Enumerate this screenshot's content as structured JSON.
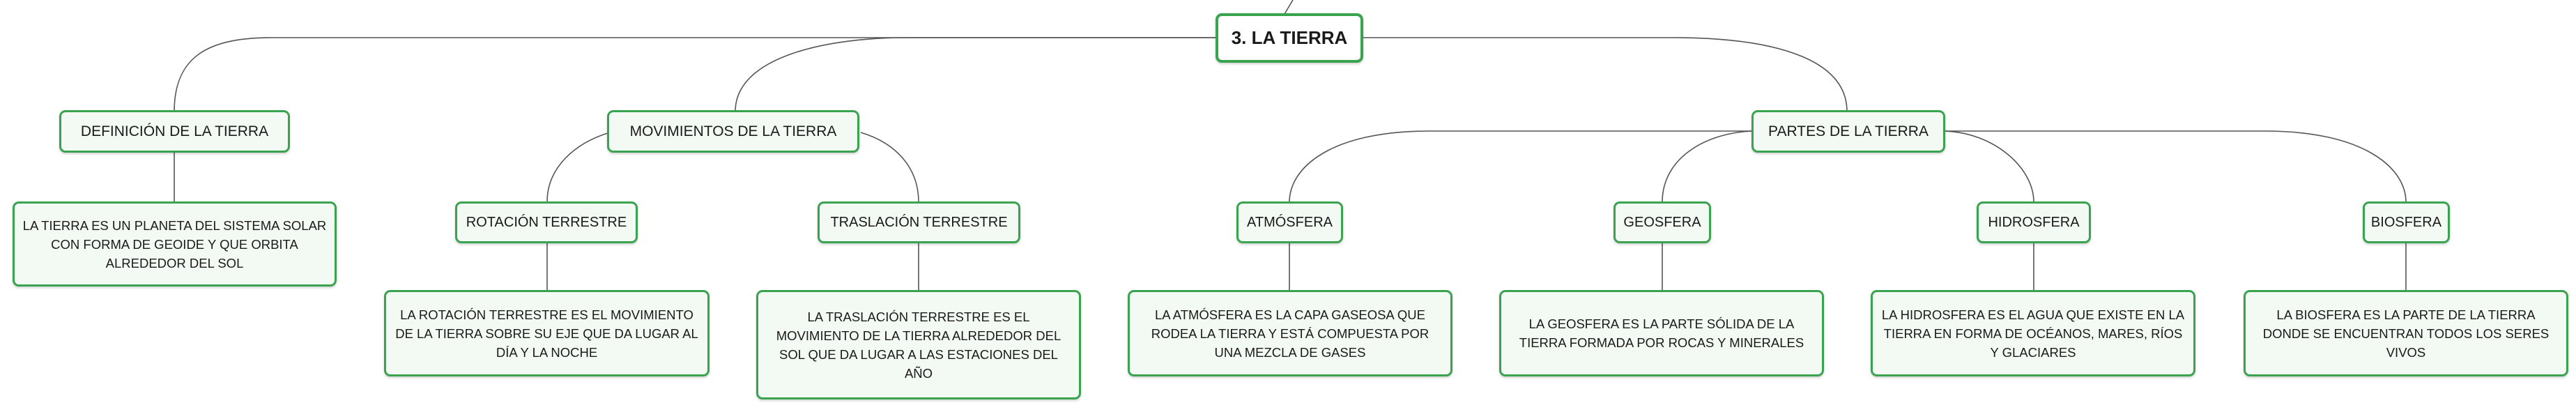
{
  "root": {
    "label": "3. LA TIERRA"
  },
  "definicion": {
    "label": "DEFINICIÓN DE LA TIERRA",
    "desc": "LA TIERRA ES UN PLANETA DEL SISTEMA SOLAR CON FORMA DE GEOIDE Y QUE ORBITA ALREDEDOR DEL SOL"
  },
  "movimientos": {
    "label": "MOVIMIENTOS DE LA TIERRA",
    "children": [
      {
        "label": "ROTACIÓN TERRESTRE",
        "desc": "LA ROTACIÓN TERRESTRE ES EL MOVIMIENTO DE LA TIERRA SOBRE SU EJE QUE DA LUGAR AL DÍA Y LA NOCHE"
      },
      {
        "label": "TRASLACIÓN TERRESTRE",
        "desc": "LA TRASLACIÓN TERRESTRE ES EL MOVIMIENTO DE LA TIERRA ALREDEDOR DEL SOL QUE DA LUGAR A LAS ESTACIONES DEL AÑO"
      }
    ]
  },
  "partes": {
    "label": "PARTES DE LA TIERRA",
    "children": [
      {
        "label": "ATMÓSFERA",
        "desc": "LA ATMÓSFERA ES LA CAPA GASEOSA QUE RODEA LA TIERRA Y ESTÁ COMPUESTA POR UNA MEZCLA DE GASES"
      },
      {
        "label": "GEOSFERA",
        "desc": "LA GEOSFERA ES LA PARTE SÓLIDA DE LA TIERRA FORMADA POR ROCAS Y MINERALES"
      },
      {
        "label": "HIDROSFERA",
        "desc": "LA HIDROSFERA ES EL AGUA QUE EXISTE EN LA TIERRA EN FORMA DE OCÉANOS, MARES, RÍOS Y GLACIARES"
      },
      {
        "label": "BIOSFERA",
        "desc": "LA BIOSFERA ES LA PARTE DE LA TIERRA DONDE SE ENCUENTRAN TODOS LOS SERES VIVOS"
      }
    ]
  },
  "colors": {
    "border": "#3aa34f",
    "fill": "#f3faf3",
    "line": "#555555"
  }
}
